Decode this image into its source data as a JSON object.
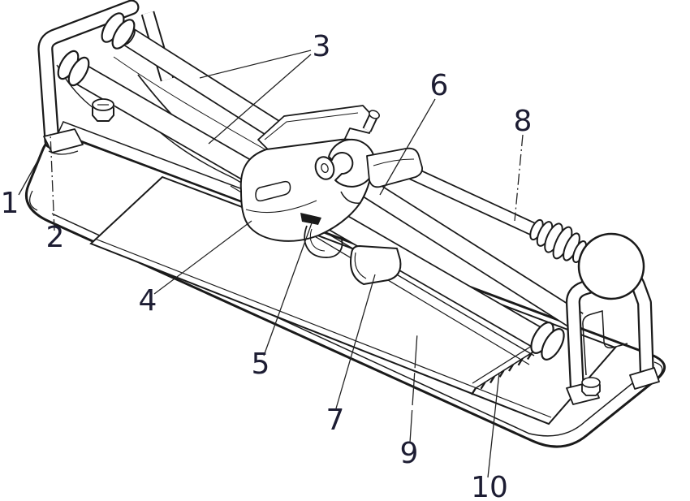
{
  "figure": {
    "background": "#ffffff",
    "line_color": "#1a1a1a",
    "label_color": "#1d1d33",
    "labels": [
      {
        "text": "1"
      },
      {
        "text": "2"
      },
      {
        "text": "3"
      },
      {
        "text": "4"
      },
      {
        "text": "5"
      },
      {
        "text": "6"
      },
      {
        "text": "7"
      },
      {
        "text": "8"
      },
      {
        "text": "9"
      },
      {
        "text": "10"
      }
    ]
  }
}
